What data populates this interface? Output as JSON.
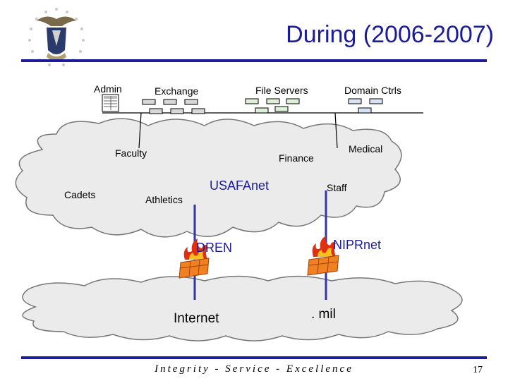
{
  "slide": {
    "title": "During (2006-2007)",
    "footer": "Integrity - Service - Excellence",
    "page_number": "17"
  },
  "servers": {
    "admin": "Admin",
    "exchange": "Exchange",
    "file_servers": "File Servers",
    "domain_ctrls": "Domain Ctrls"
  },
  "usafanet_cloud": {
    "name": "USAFAnet",
    "faculty": "Faculty",
    "finance": "Finance",
    "medical": "Medical",
    "cadets": "Cadets",
    "athletics": "Athletics",
    "staff": "Staff"
  },
  "links": {
    "dren": "DREN",
    "niprnet": "NIPRnet"
  },
  "outside_cloud": {
    "internet": "Internet",
    "mil": ". mil"
  },
  "colors": {
    "title_blue": "#1c1c9a",
    "link_blue": "#3333aa",
    "firewall_orange": "#f08020"
  }
}
